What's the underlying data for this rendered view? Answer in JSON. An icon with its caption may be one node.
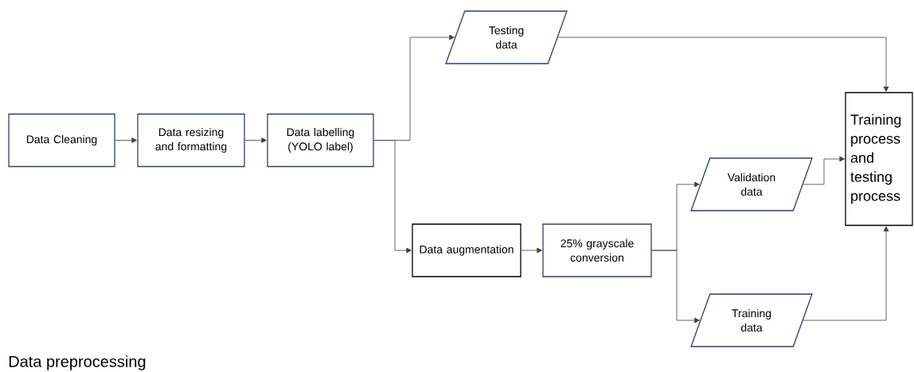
{
  "diagram": {
    "nodes": [
      {
        "text": [
          "Data Cleaning"
        ]
      },
      {
        "text": [
          "Data resizing and formatting"
        ]
      },
      {
        "text": [
          "Data labelling (YOLO label)"
        ]
      },
      {
        "text": [
          "Testing data"
        ]
      },
      {
        "text": [
          "Data augmentation"
        ]
      },
      {
        "text": [
          "25% grayscale conversion"
        ]
      },
      {
        "text": [
          "Validation data"
        ]
      },
      {
        "text": [
          "Training data"
        ]
      },
      {
        "text": [
          "Training process and testing process"
        ]
      }
    ],
    "edges": [
      {
        "from": 0,
        "to": 1,
        "arrow": "to"
      },
      {
        "from": 1,
        "to": 2,
        "arrow": "to"
      },
      {
        "from": 2,
        "to": 3,
        "arrow": "to"
      },
      {
        "from": 2,
        "to": 4,
        "arrow": "to"
      },
      {
        "from": 4,
        "to": 5,
        "arrow": "to"
      },
      {
        "from": 5,
        "to": 6,
        "arrow": "to"
      },
      {
        "from": 5,
        "to": 7,
        "arrow": "to"
      },
      {
        "from": 3,
        "to": 8,
        "arrow": "to"
      },
      {
        "from": 6,
        "to": 8,
        "arrow": "to"
      },
      {
        "from": 7,
        "to": 8,
        "arrow": "to"
      }
    ],
    "labels": [
      "Data preprocessing"
    ]
  }
}
